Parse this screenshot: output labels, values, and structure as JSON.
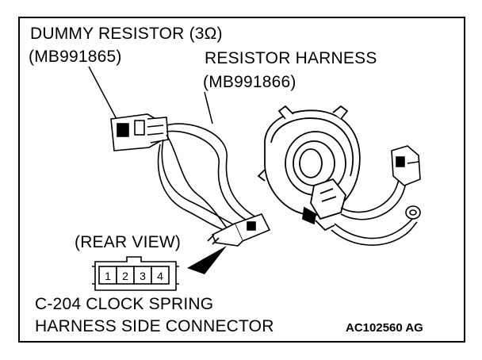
{
  "labels": {
    "dummy_resistor": "DUMMY RESISTOR (3Ω)",
    "dummy_resistor_part": "(MB991865)",
    "resistor_harness": "RESISTOR HARNESS",
    "resistor_harness_part": "(MB991866)",
    "rear_view": "(REAR VIEW)",
    "connector_line1": "C-204 CLOCK SPRING",
    "connector_line2": "HARNESS SIDE CONNECTOR",
    "figure_code": "AC102560 AG"
  },
  "connector_pins": [
    "1",
    "2",
    "3",
    "4"
  ],
  "colors": {
    "ink": "#000000",
    "paper": "#ffffff"
  }
}
